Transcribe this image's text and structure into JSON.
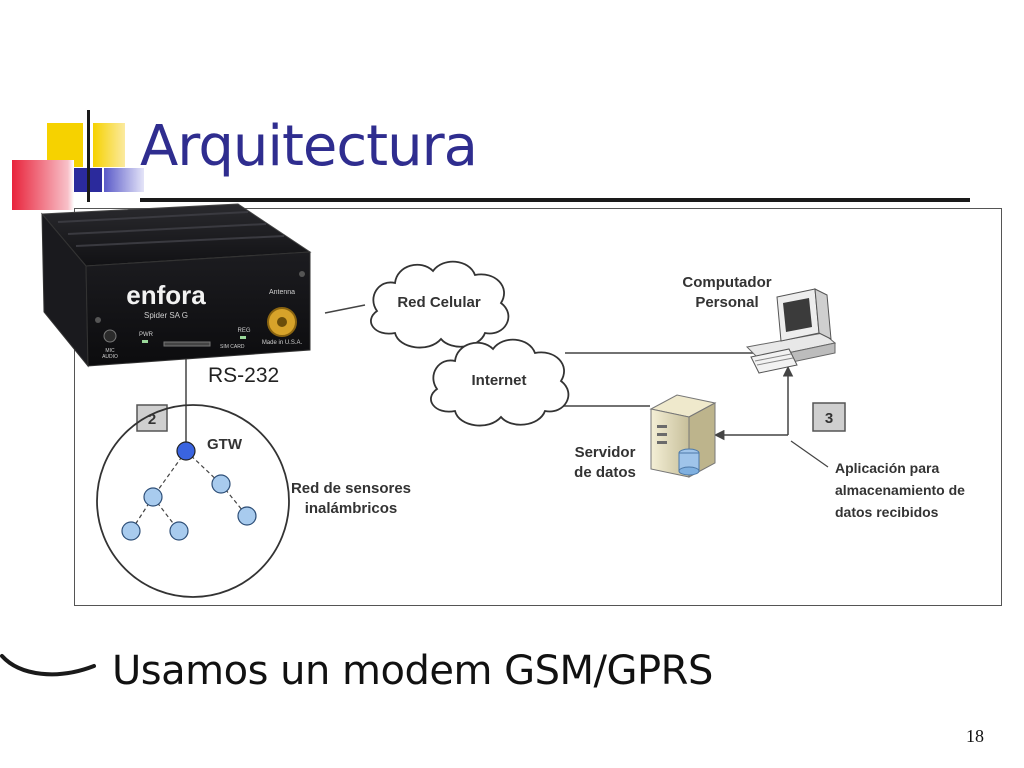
{
  "slide": {
    "title": "Arquitectura",
    "bullet": "Usamos un modem GSM/GPRS",
    "page_number": "18"
  },
  "modem": {
    "brand": "enfora",
    "model": "Spider SA G",
    "label_antenna": "Antenna",
    "label_made": "Made in U.S.A.",
    "label_pwr": "PWR",
    "label_reg": "REG",
    "label_mic": "MIC",
    "label_audio": "AUDIO",
    "label_sim": "SIM CARD"
  },
  "diagram": {
    "interface_label": "RS-232",
    "cloud_cellular": "Red Celular",
    "cloud_internet": "Internet",
    "pc_label": [
      "Computador",
      "Personal"
    ],
    "server_label": [
      "Servidor",
      "de datos"
    ],
    "step_2": "2",
    "step_3": "3",
    "gateway_label": "GTW",
    "wsn_label": [
      "Red de sensores",
      "inalámbricos"
    ],
    "app_label": [
      "Aplicación para",
      "almacenamiento de",
      "datos recibidos"
    ]
  },
  "colors": {
    "title": "#2f2d8f",
    "deco_yellow": "#f6d200",
    "deco_blue": "#2b2a9c",
    "deco_red": "#e8243c",
    "node_fill": "#a8cbee",
    "gateway_fill": "#3a64e0"
  }
}
